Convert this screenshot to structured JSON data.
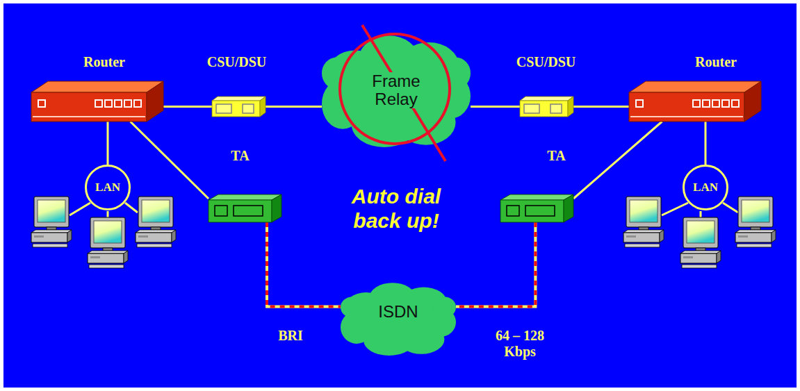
{
  "diagram": {
    "nodes": [
      {
        "text": [
          "Router"
        ]
      },
      {
        "text": [
          "CSU/DSU"
        ]
      },
      {
        "text": [
          "Frame Relay"
        ]
      },
      {
        "text": [
          "CSU/DSU"
        ]
      },
      {
        "text": [
          "Router"
        ]
      },
      {
        "text": [
          "LAN"
        ]
      },
      {
        "text": [
          "TA"
        ]
      },
      {
        "text": [
          "TA"
        ]
      },
      {
        "text": [
          "LAN"
        ]
      },
      {
        "text": [
          "ISDN"
        ]
      }
    ],
    "edges": [
      {
        "from": 0,
        "to": 1,
        "arrow": "none"
      },
      {
        "from": 1,
        "to": 2,
        "arrow": "none"
      },
      {
        "from": 2,
        "to": 3,
        "arrow": "none"
      },
      {
        "from": 3,
        "to": 4,
        "arrow": "none"
      },
      {
        "from": 0,
        "to": 5,
        "arrow": "none"
      },
      {
        "from": 0,
        "to": 6,
        "arrow": "none"
      },
      {
        "from": 6,
        "to": 9,
        "arrow": "none"
      },
      {
        "from": 7,
        "to": 9,
        "arrow": "none"
      },
      {
        "from": 4,
        "to": 7,
        "arrow": "none"
      },
      {
        "from": 4,
        "to": 8,
        "arrow": "none"
      }
    ],
    "labels": [
      "Auto dial back up!",
      "BRI",
      "64 – 128 Kbps"
    ]
  }
}
